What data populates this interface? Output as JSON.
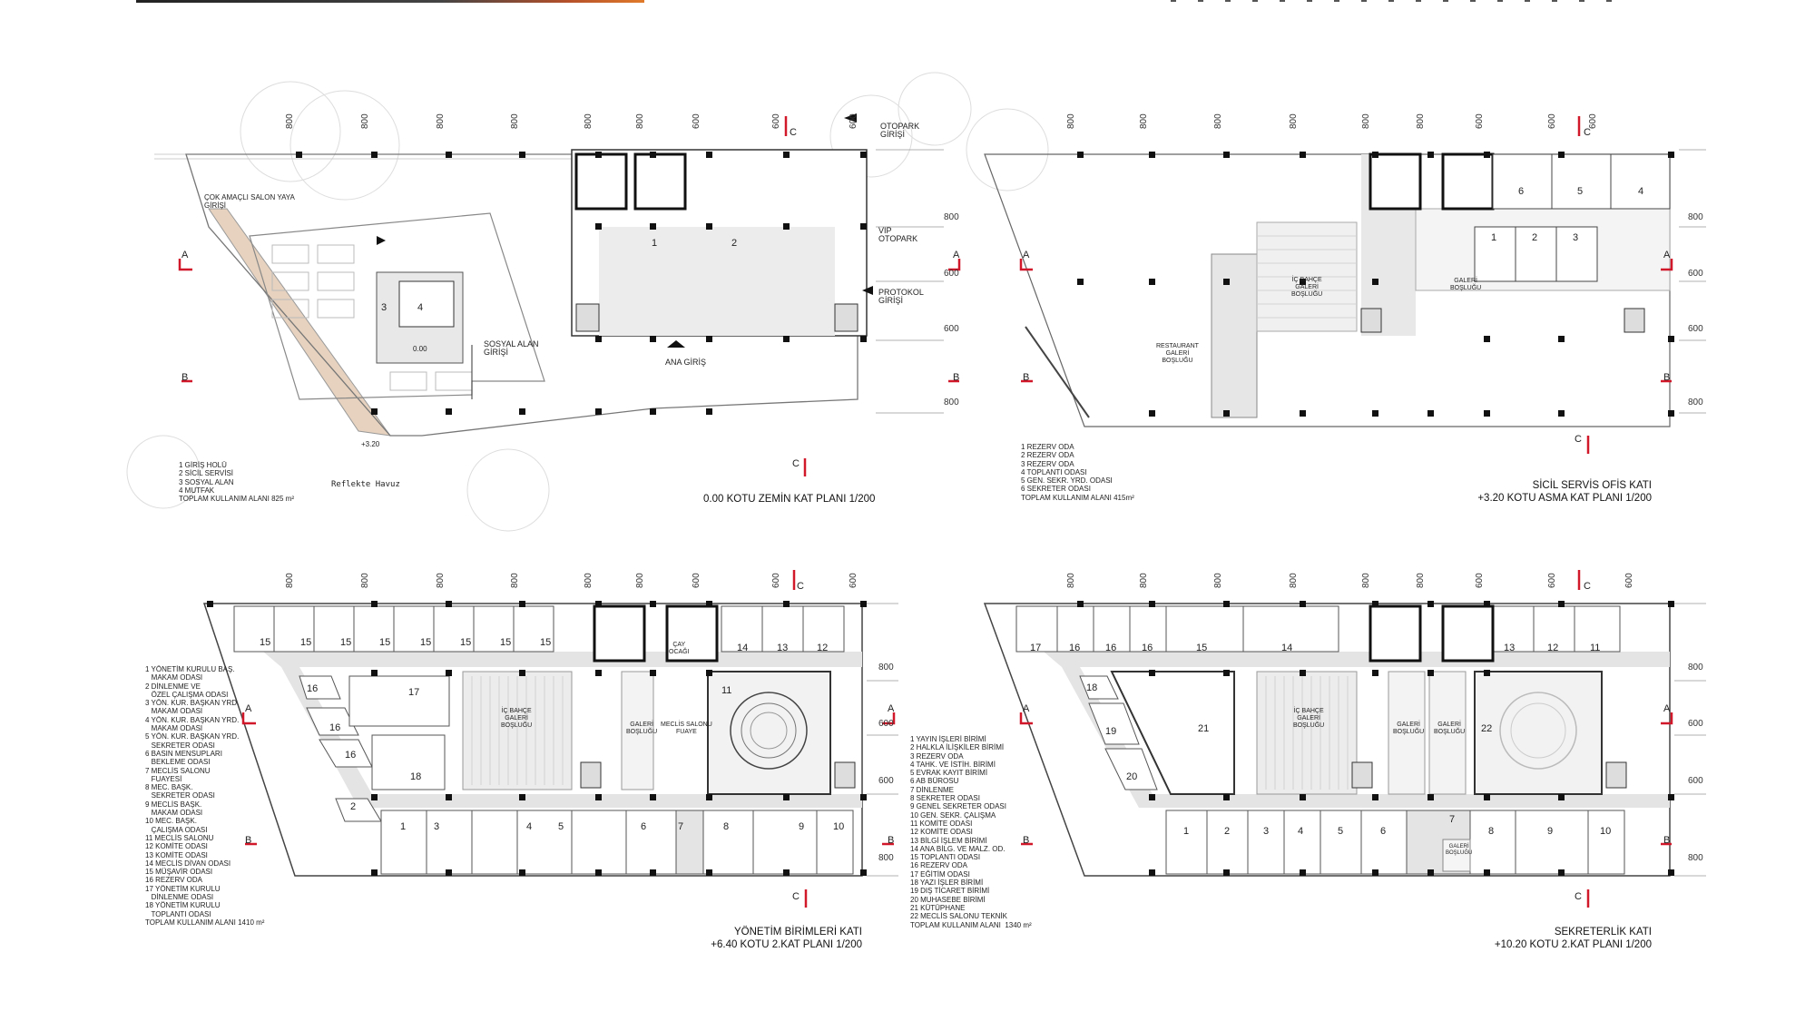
{
  "colors": {
    "wall": "#111",
    "line": "#888",
    "red": "#d0182a",
    "corridor": "#e4e4e4",
    "reflect": "#e6d2be"
  },
  "section_marks": {
    "a": "A",
    "b": "B",
    "c": "C"
  },
  "plan1": {
    "dims_top": [
      "800",
      "800",
      "800",
      "800",
      "800",
      "800",
      "600",
      "600",
      "600"
    ],
    "dims_right": [
      "800",
      "600",
      "600",
      "800"
    ],
    "labels": {
      "cok_amacli": "ÇOK AMAÇLI SALON YAYA\nGİRİŞİ",
      "otopark": "OTOPARK\nGİRİŞİ",
      "vip": "VIP\nOTOPARK",
      "protokol": "PROTOKOL\nGİRİŞİ",
      "sosyal": "SOSYAL ALAN\nGİRİŞİ",
      "ana_giris": "ANA GİRİŞ",
      "reflekte": "Reflekte Havuz",
      "level_000": "0.00",
      "level_320": "+3.20"
    },
    "room_numbers": [
      "1",
      "2",
      "3",
      "4"
    ],
    "legend": "1 GİRİŞ HOLÜ\n2 SİCİL SERVİSİ\n3 SOSYAL ALAN\n4 MUTFAK\nTOPLAM KULLANIM ALANI 825 m²",
    "title": "0.00 KOTU ZEMİN KAT PLANI 1/200"
  },
  "plan2": {
    "dims_top": [
      "800",
      "800",
      "800",
      "800",
      "800",
      "800",
      "600",
      "600",
      "600"
    ],
    "dims_right": [
      "800",
      "600",
      "600",
      "800"
    ],
    "labels": {
      "ic_bahce": "İÇ BAHÇE\nGALERİ\nBOŞLUĞU",
      "restaurant": "RESTAURANT\nGALERİ\nBOŞLUĞU",
      "galeri": "GALERİ\nBOŞLUĞU"
    },
    "room_numbers": [
      "1",
      "2",
      "3",
      "4",
      "5",
      "6"
    ],
    "legend": "1 REZERV ODA\n2 REZERV ODA\n3 REZERV ODA\n4 TOPLANTI ODASI\n5 GEN. SEKR. YRD. ODASI\n6 SEKRETER ODASI\nTOPLAM KULLANIM ALANI 415m²",
    "title": "SİCİL SERVİS OFİS KATI\n+3.20 KOTU ASMA KAT PLANI 1/200"
  },
  "plan3": {
    "dims_top": [
      "800",
      "800",
      "800",
      "800",
      "800",
      "800",
      "600",
      "600",
      "600"
    ],
    "dims_right": [
      "800",
      "600",
      "600",
      "800"
    ],
    "labels": {
      "ic_bahce": "İÇ BAHÇE\nGALERİ\nBOŞLUĞU",
      "galeri": "GALERİ\nBOŞLUĞU",
      "meclis": "MECLİS SALONU\nFUAYE",
      "cay": "ÇAY\nOCAĞI"
    },
    "room_numbers": [
      "15",
      "15",
      "15",
      "15",
      "15",
      "15",
      "15",
      "15",
      "14",
      "13",
      "12",
      "16",
      "16",
      "16",
      "17",
      "18",
      "2",
      "1",
      "3",
      "4",
      "5",
      "6",
      "7",
      "8",
      "9",
      "10",
      "11"
    ],
    "legend": "1 YÖNETİM KURULU BAŞ.\n   MAKAM ODASI\n2 DİNLENME VE\n   ÖZEL ÇALIŞMA ODASI\n3 YÖN. KUR. BAŞKAN YRD.\n   MAKAM ODASI\n4 YÖN. KUR. BAŞKAN YRD.\n   MAKAM ODASI\n5 YÖN. KUR. BAŞKAN YRD.\n   SEKRETER ODASI\n6 BASIN MENSUPLARI\n   BEKLEME ODASI\n7 MECLİS SALONU\n   FUAYESİ\n8 MEC. BAŞK.\n   SEKRETER ODASI\n9 MECLİS BAŞK.\n   MAKAM ODASI\n10 MEC. BAŞK.\n   ÇALIŞMA ODASI\n11 MECLİS SALONU\n12 KOMİTE ODASI\n13 KOMİTE ODASI\n14 MECLİS DİVAN ODASI\n15 MÜŞAVİR ODASI\n16 REZERV ODA\n17 YÖNETİM KURULU\n   DİNLENME ODASI\n18 YÖNETİM KURULU\n   TOPLANTI ODASI\nTOPLAM KULLANIM ALANI 1410 m²",
    "title": "YÖNETİM BİRİMLERİ KATI\n+6.40 KOTU 2.KAT PLANI 1/200"
  },
  "plan4": {
    "dims_top": [
      "800",
      "800",
      "800",
      "800",
      "800",
      "800",
      "600",
      "600",
      "600"
    ],
    "dims_right": [
      "800",
      "600",
      "600",
      "800"
    ],
    "labels": {
      "ic_bahce": "İÇ BAHÇE\nGALERİ\nBOŞLUĞU",
      "galeri": "GALERİ\nBOŞLUĞU"
    },
    "room_numbers": [
      "17",
      "16",
      "16",
      "16",
      "15",
      "14",
      "13",
      "12",
      "11",
      "18",
      "19",
      "20",
      "21",
      "22",
      "1",
      "2",
      "3",
      "4",
      "5",
      "6",
      "7",
      "8",
      "9",
      "10"
    ],
    "legend": "1 YAYIN İŞLERİ BİRİMİ\n2 HALKLA İLİŞKİLER BİRİMİ\n3 REZERV ODA\n4 TAHK. VE İSTİH. BİRİMİ\n5 EVRAK KAYIT BİRİMİ\n6 AB BÜROSU\n7 DİNLENME\n8 SEKRETER ODASI\n9 GENEL SEKRETER ODASI\n10 GEN. SEKR. ÇALIŞMA\n11 KOMİTE ODASI\n12 KOMİTE ODASI\n13 BİLGİ İŞLEM BİRİMİ\n14 ANA BİLG. VE MALZ. OD.\n15 TOPLANTI ODASI\n16 REZERV ODA\n17 EĞİTİM ODASI\n18 YAZI İŞLER BİRİMİ\n19 DIŞ TİCARET BİRİMİ\n20 MUHASEBE BİRİMİ\n21 KÜTÜPHANE\n22 MECLİS SALONU TEKNİK\nTOPLAM KULLANIM ALANI  1340 m²",
    "title": "SEKRETERLİK KATI\n+10.20 KOTU 2.KAT PLANI 1/200"
  }
}
